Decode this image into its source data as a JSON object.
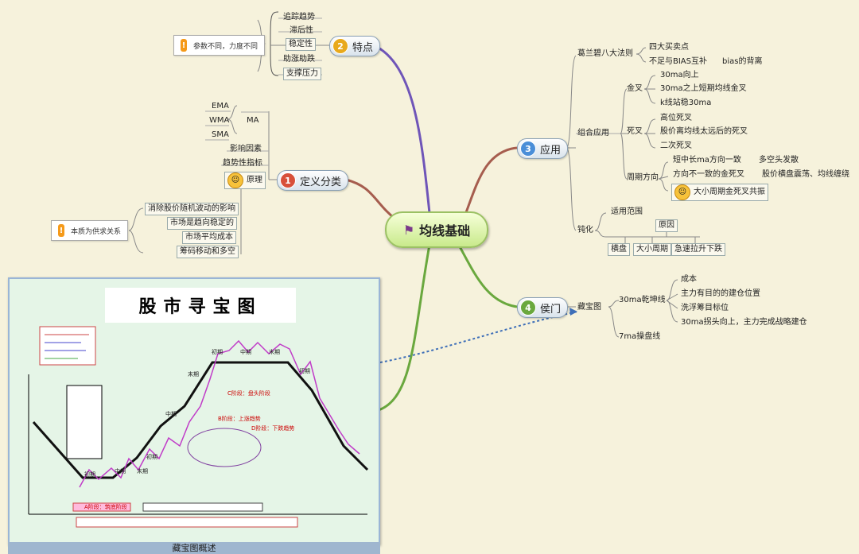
{
  "center": {
    "label": "均线基础"
  },
  "features": {
    "num": "2",
    "label": "特点",
    "items": [
      "追踪趋势",
      "滞后性",
      "稳定性",
      "助涨助跌",
      "支撑压力"
    ],
    "note": "参数不同，力度不同"
  },
  "definition": {
    "num": "1",
    "label": "定义分类",
    "ma": {
      "label": "MA",
      "types": [
        "EMA",
        "WMA",
        "SMA"
      ]
    },
    "factors": "影响因素",
    "trend_indicator": "趋势性指标",
    "principle": {
      "label": "原理",
      "items": [
        "消除股价随机波动的影响",
        "市场是趋向稳定的",
        "市场平均成本",
        "筹码移动和多空"
      ]
    },
    "note": "本质为供求关系"
  },
  "application": {
    "num": "3",
    "label": "应用",
    "granville": {
      "label": "葛兰碧八大法则",
      "items": [
        "四大买卖点",
        "不足与BIAS互补"
      ],
      "bias": "bias的背离"
    },
    "combo": {
      "label": "组合应用",
      "golden": {
        "label": "金叉",
        "items": [
          "30ma向上",
          "30ma之上短期均线金叉",
          "k线站稳30ma"
        ]
      },
      "death": {
        "label": "死叉",
        "items": [
          "高位死叉",
          "股价离均线太远后的死叉",
          "二次死叉"
        ]
      },
      "cycle": {
        "label": "周期方向",
        "items": [
          "短中长ma方向一致",
          "方向不一致的金死叉",
          "大小周期金死叉共振"
        ],
        "results": [
          "多空头发散",
          "股价横盘震荡、均线缠绕"
        ]
      }
    },
    "dull": {
      "label": "钝化",
      "scope": "适用范围",
      "reason": "原因",
      "reasons": [
        "横盘",
        "大小周期",
        "急速拉升下跌"
      ]
    }
  },
  "marquis": {
    "num": "4",
    "label": "侯门",
    "treasure": "藏宝图",
    "ma30": {
      "label": "30ma乾坤线",
      "items": [
        "成本",
        "主力有目的的建仓位置",
        "洗浮筹目标位",
        "30ma拐头向上，主力完成战略建仓"
      ]
    },
    "ma7": "7ma操盘线"
  },
  "treasure_map": {
    "title": "股市寻宝图",
    "caption": "藏宝图概述",
    "labels": [
      "初期",
      "中期",
      "末期",
      "初期",
      "中期",
      "末期",
      "初期",
      "中期",
      "末期",
      "初期"
    ],
    "stages": [
      "A阶段：筑底阶段",
      "B阶段：上涨趋势",
      "C阶段：盘头阶段",
      "D阶段：下跌趋势"
    ]
  },
  "colors": {
    "line_purple": "#6f55b8",
    "line_red": "#a65d4e",
    "line_green": "#6aa83e",
    "line_blue": "#3e6fb8",
    "main_green": "#c9ea8c"
  }
}
